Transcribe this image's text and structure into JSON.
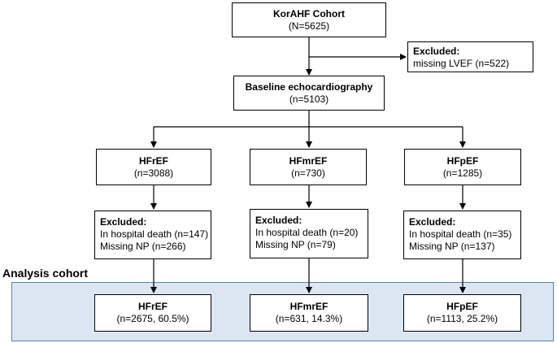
{
  "cohort": {
    "title": "KorAHF Cohort",
    "n": "(N=5625)"
  },
  "excluded_top": {
    "title": "Excluded:",
    "line1": "missing LVEF (n=522)"
  },
  "baseline": {
    "title": "Baseline echocardiography",
    "n": "(n=5103)"
  },
  "groups": [
    {
      "title": "HFrEF",
      "n": "(n=3088)",
      "excluded": {
        "title": "Excluded:",
        "line1": "In hospital death (n=147)",
        "line2": "Missing NP (n=266)"
      },
      "final": {
        "title": "HFrEF",
        "n": "(n=2675, 60.5%)"
      }
    },
    {
      "title": "HFmrEF",
      "n": "(n=730)",
      "excluded": {
        "title": "Excluded:",
        "line1": "In hospital death (n=20)",
        "line2": "Missing NP (n=79)"
      },
      "final": {
        "title": "HFmrEF",
        "n": "(n=631, 14.3%)"
      }
    },
    {
      "title": "HFpEF",
      "n": "(n=1285)",
      "excluded": {
        "title": "Excluded:",
        "line1": "In hospital death (n=35)",
        "line2": "Missing NP (n=137)"
      },
      "final": {
        "title": "HFpEF",
        "n": "(n=1113, 25.2%)"
      }
    }
  ],
  "analysis_label": "Analysis cohort"
}
